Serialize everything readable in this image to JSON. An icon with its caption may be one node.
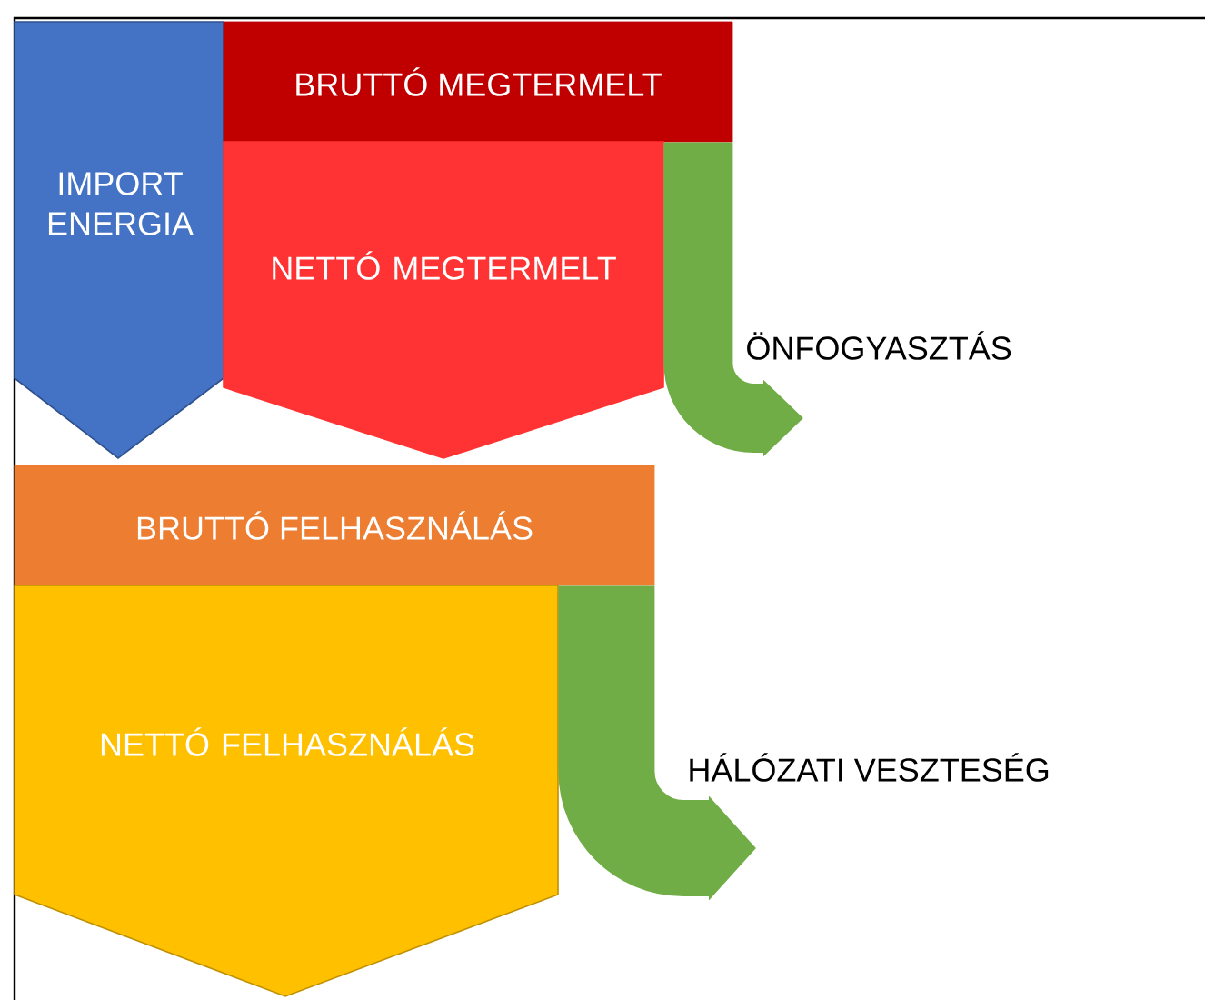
{
  "diagram": {
    "nodes": [
      {
        "text": [
          "IMPORT ENERGIA"
        ]
      },
      {
        "text": [
          "BRUTTÓ MEGTERMELT"
        ]
      },
      {
        "text": [
          "NETTÓ MEGTERMELT"
        ]
      },
      {
        "text": [
          "BRUTTÓ FELHASZNÁLÁS"
        ]
      },
      {
        "text": [
          "NETTÓ FELHASZNÁLÁS"
        ]
      }
    ],
    "edges": [
      {
        "from": 1,
        "to": null,
        "arrow": "to"
      },
      {
        "from": 3,
        "to": null,
        "arrow": "to"
      }
    ],
    "labels": [
      "ÖNFOGYASZTÁS",
      "HÁLÓZATI VESZTESÉG"
    ]
  }
}
